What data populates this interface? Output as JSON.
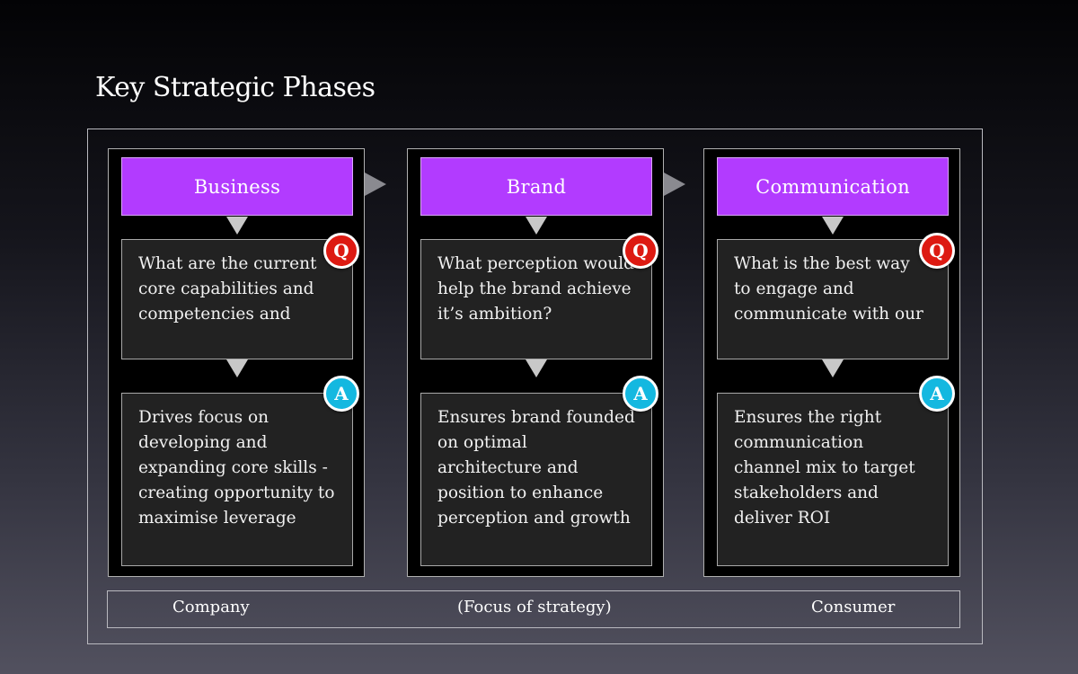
{
  "slide": {
    "title": "Key Strategic Phases"
  },
  "phases": [
    {
      "header": "Business",
      "q_badge": "Q",
      "question": "What are the current core capabilities and competencies and",
      "a_badge": "A",
      "answer": "Drives focus on developing and expanding core skills - creating opportunity to maximise leverage"
    },
    {
      "header": "Brand",
      "q_badge": "Q",
      "question": "What perception would help the brand achieve it’s ambition?",
      "a_badge": "A",
      "answer": "Ensures brand founded on optimal architecture and position to enhance perception and growth"
    },
    {
      "header": "Communication",
      "q_badge": "Q",
      "question": "What is the best way to engage and communicate with our",
      "a_badge": "A",
      "answer": "Ensures the right communication channel mix to target stakeholders and deliver ROI"
    }
  ],
  "spectrum": {
    "left": "Company",
    "center": "(Focus of strategy)",
    "right": "Consumer"
  },
  "colors": {
    "header": "#b23bff",
    "q_badge": "#dd1a12",
    "a_badge": "#14b8e0",
    "box": "#222222"
  }
}
